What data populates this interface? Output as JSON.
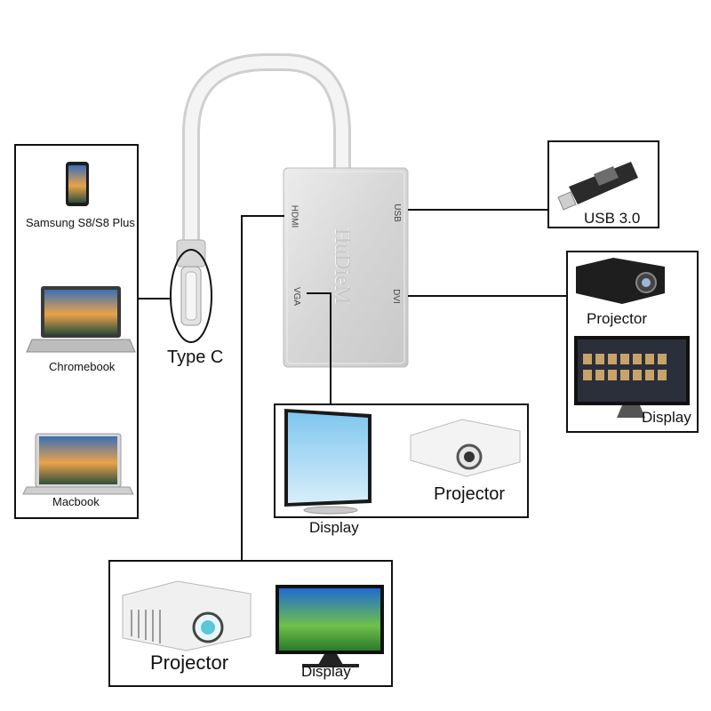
{
  "hub": {
    "brand": "HuDieM",
    "ports": {
      "hdmi": "HDMI",
      "vga": "VGA",
      "usb": "USB",
      "dvi": "DVI"
    }
  },
  "connector": {
    "label": "Type C"
  },
  "left_devices": [
    {
      "label": "Samsung S8/S8 Plus"
    },
    {
      "label": "Chromebook"
    },
    {
      "label": "Macbook"
    }
  ],
  "usb_group": {
    "label": "USB 3.0"
  },
  "dvi_group": {
    "projector": "Projector",
    "display": "Display"
  },
  "vga_group": {
    "display": "Display",
    "projector": "Projector"
  },
  "hdmi_group": {
    "projector": "Projector",
    "display": "Display"
  },
  "colors": {
    "line": "#111111",
    "hub": "#dcdcdc",
    "cable": "#f1f1f1"
  }
}
